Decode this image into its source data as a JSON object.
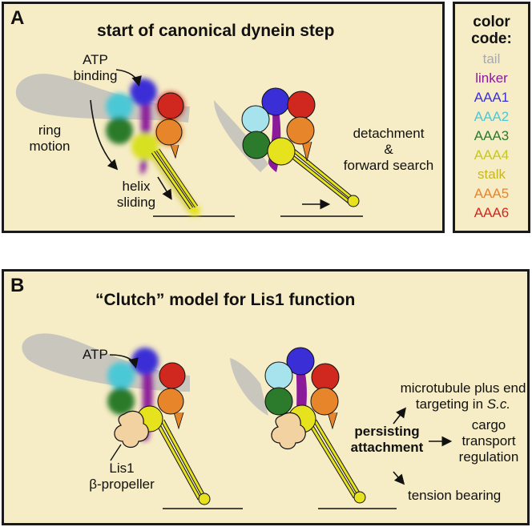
{
  "panel_a": {
    "label": "A",
    "title": "start of canonical dynein step",
    "atp_binding": [
      "ATP",
      "binding"
    ],
    "ring_motion": [
      "ring",
      "motion"
    ],
    "helix_sliding": [
      "helix",
      "sliding"
    ],
    "detachment": [
      "detachment",
      "&",
      "forward search"
    ]
  },
  "legend": {
    "title": [
      "color",
      "code:"
    ],
    "items": [
      {
        "label": "tail",
        "color": "#a9a9a9"
      },
      {
        "label": "linker",
        "color": "#8b1a9a"
      },
      {
        "label": "AAA1",
        "color": "#3a2fd6"
      },
      {
        "label": "AAA2",
        "color": "#4cc8d6"
      },
      {
        "label": "AAA3",
        "color": "#2c7a2c"
      },
      {
        "label": "AAA4",
        "color": "#c6c820"
      },
      {
        "label": "stalk",
        "color": "#c8b820"
      },
      {
        "label": "AAA5",
        "color": "#e7852a"
      },
      {
        "label": "AAA6",
        "color": "#d0281e"
      }
    ]
  },
  "panel_b": {
    "label": "B",
    "title": "“Clutch” model for Lis1 function",
    "atp": "ATP",
    "lis1": [
      "Lis1",
      "β-propeller"
    ],
    "microtubule": [
      "microtubule plus end",
      "targeting in "
    ],
    "microtubule_species": "S.c.",
    "persisting": [
      "persisting",
      "attachment"
    ],
    "cargo": [
      "cargo",
      "transport",
      "regulation"
    ],
    "tension": "tension bearing"
  }
}
